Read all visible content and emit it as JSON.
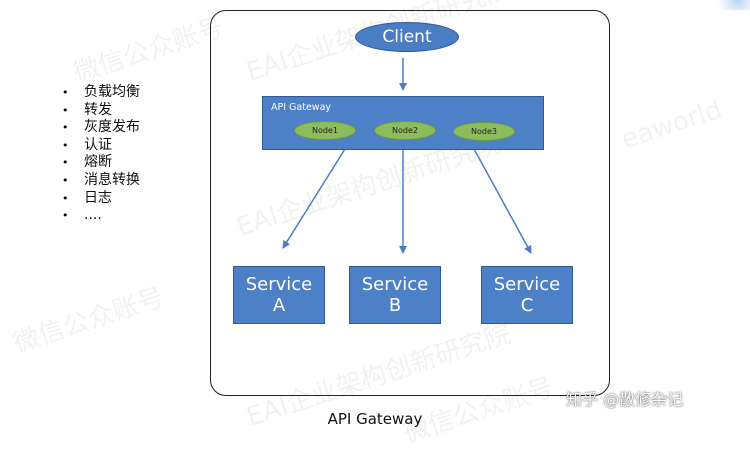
{
  "bullets": [
    "负载均衡",
    "转发",
    "灰度发布",
    "认证",
    "熔断",
    "消息转换",
    "日志",
    "...."
  ],
  "client_label": "Client",
  "gateway": {
    "label": "API Gateway",
    "nodes": [
      "Node1",
      "Node2",
      "Node3"
    ]
  },
  "services": [
    {
      "name": "Service",
      "letter": "A"
    },
    {
      "name": "Service",
      "letter": "B"
    },
    {
      "name": "Service",
      "letter": "C"
    }
  ],
  "caption": "API Gateway",
  "credit": "知乎 @散修杂记",
  "watermarks": [
    "微信公众账号",
    "EAI企业架构创新研究院",
    "eaworld"
  ],
  "colors": {
    "box_fill": "#4d80c7",
    "box_border": "#2e5a98",
    "node_fill": "#8dbd5a",
    "arrow": "#4a7dc4"
  }
}
